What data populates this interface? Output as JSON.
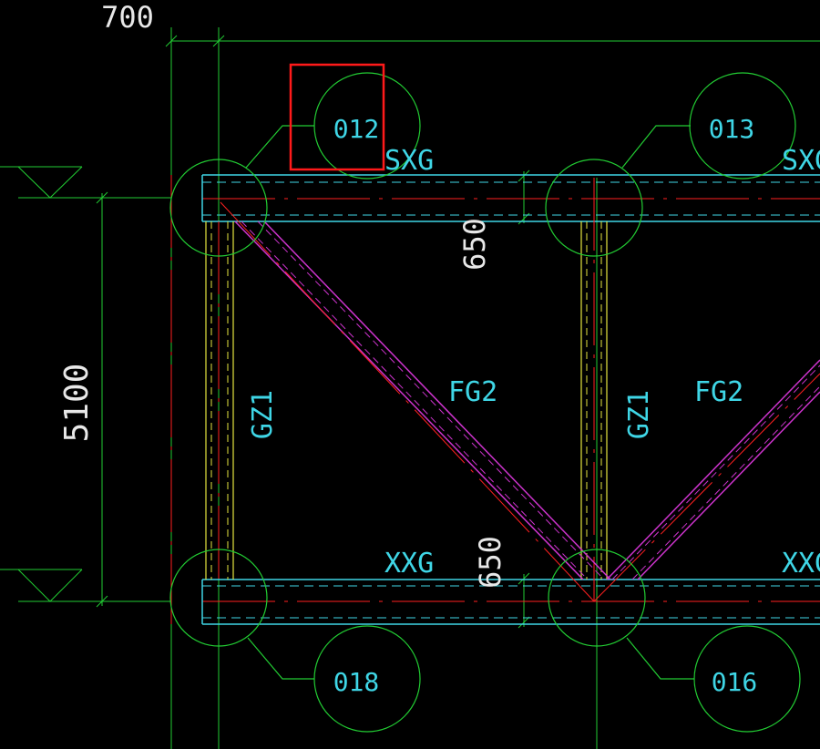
{
  "dimensions": {
    "top_width": "700",
    "left_height": "5100",
    "top_chord_depth": "650",
    "bottom_chord_depth": "650"
  },
  "members": {
    "top_chord_left": "SXG",
    "top_chord_right": "SXG",
    "bottom_chord_left": "XXG",
    "bottom_chord_right": "XXG",
    "column_left": "GZ1",
    "column_right": "GZ1",
    "diagonal_left": "FG2",
    "diagonal_right": "FG2"
  },
  "nodes": {
    "top_left": "012",
    "top_right": "013",
    "bottom_left": "018",
    "bottom_right": "016"
  },
  "colors": {
    "background": "#000000",
    "grid_green": "#22cc33",
    "member_cyan": "#3fd6e6",
    "centerline_red": "#ff2020",
    "brace_magenta": "#cc33cc",
    "column_yellow": "#e6e640",
    "highlight_red": "#ff1a1a",
    "text_white": "#e8e8e8"
  }
}
